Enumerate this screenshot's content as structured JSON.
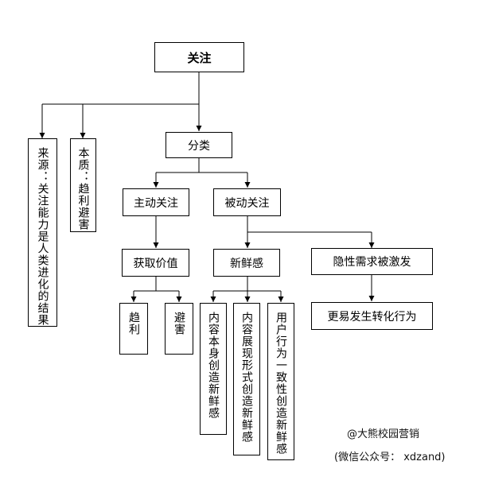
{
  "diagram": {
    "root": "关注",
    "origin": "来源：关注能力是人类进化的结果",
    "essence": "本质：趋利避害",
    "category": "分类",
    "active": "主动关注",
    "passive": "被动关注",
    "value": "获取价值",
    "seek": "趋利",
    "avoid": "避害",
    "novelty": "新鲜感",
    "need": "隐性需求被激发",
    "content_novel": "内容本身创造新鲜感",
    "form_novel": "内容展现形式创造新鲜感",
    "behavior_novel": "用户行为一致性创造新鲜感",
    "convert": "更易发生转化行为"
  },
  "credit": {
    "handle": "@大熊校园营销",
    "wechat": "(微信公众号： xdzand)"
  }
}
